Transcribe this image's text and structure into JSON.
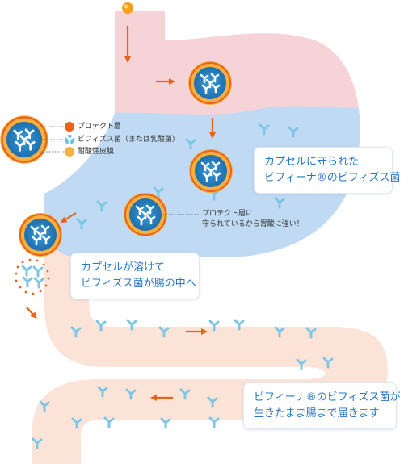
{
  "legend": {
    "protect_layer": "プロテクト層",
    "bifidus": "ビフィズス菌（または乳酸菌）",
    "acid_resistant": "耐酸性皮膜"
  },
  "note_protect": {
    "line1": "プロテクト層に",
    "line2": "守られているから胃酸に強い！"
  },
  "callouts": {
    "stomach": {
      "line1": "カプセルに守られた",
      "line2": "ビフィーナ®のビフィズス菌"
    },
    "dissolve": {
      "line1": "カプセルが溶けて",
      "line2": "ビフィズス菌が腸の中へ"
    },
    "reach": {
      "line1": "ビフィーナ®のビフィズス菌が",
      "line2": "生きたまま腸まで届きます"
    }
  },
  "colors": {
    "stomach_pink": "#f6d3d6",
    "acid_blue": "#bfdaf2",
    "intestine_peach": "#fce3d8",
    "arrow_orange": "#e8621a",
    "capsule_ring": "#f5a623",
    "bacteria_blue": "#62c2e8",
    "callout_text": "#2a78c3"
  },
  "icons": [
    "capsule-icon",
    "bacteria-icon",
    "arrow-icon",
    "pill-drop-icon"
  ]
}
